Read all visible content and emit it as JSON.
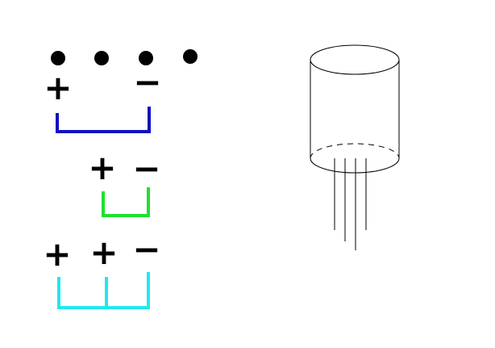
{
  "diagram": {
    "dots": 4,
    "configurations": [
      {
        "signs": [
          "+",
          "",
          "−"
        ],
        "bracket_color": "#1010c0",
        "bracket_legs": 2
      },
      {
        "signs": [
          "+",
          "−"
        ],
        "bracket_color": "#20e030",
        "bracket_legs": 2
      },
      {
        "signs": [
          "+",
          "+",
          "−"
        ],
        "bracket_color": "#20e8ee",
        "bracket_legs": 3
      }
    ],
    "component": {
      "shape": "cylinder",
      "lead_count": 4,
      "line_color": "#000000"
    },
    "dot_color": "#000000",
    "sign_color": "#000000"
  }
}
